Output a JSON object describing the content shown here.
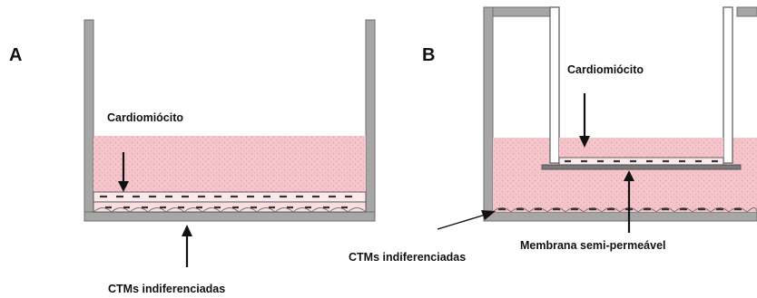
{
  "panels": [
    {
      "letter": "A",
      "top_label": "Cardiomiócito",
      "bottom_label": "CTMs indiferenciadas"
    },
    {
      "letter": "B",
      "top_label": "Cardiomiócito",
      "membrane_label": "Membrana semi-permeável",
      "bottom_label": "CTMs indiferenciadas"
    }
  ],
  "colors": {
    "well_wall": "#a6a6a6",
    "well_outline": "#6e6e6e",
    "medium_fill": "#f4c6cc",
    "medium_dots": "#e79aa6",
    "cell_dash": "#333333",
    "arrow": "#111111"
  }
}
